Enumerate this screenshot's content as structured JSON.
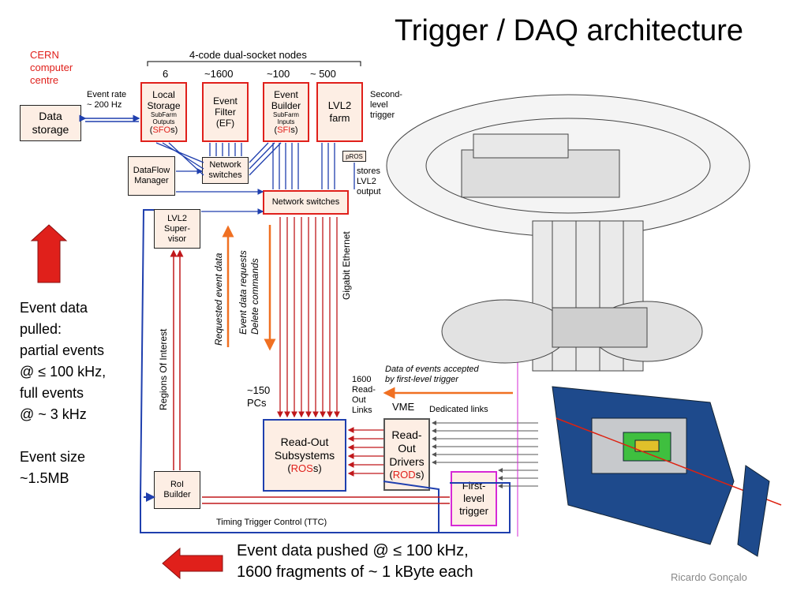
{
  "title": "Trigger / DAQ architecture",
  "cern": [
    "CERN",
    "computer",
    "centre"
  ],
  "data_storage": [
    "Data",
    "storage"
  ],
  "event_rate": [
    "Event rate",
    "~ 200 Hz"
  ],
  "nodes_header": "4-code dual-socket nodes",
  "counts": {
    "sfo": "6",
    "ef": "~1600",
    "sfi": "~100",
    "lvl2": "~ 500"
  },
  "local_storage": {
    "lines": [
      "Local",
      "Storage"
    ],
    "sub": [
      "SubFarm",
      "Outputs"
    ],
    "acr_open": "(",
    "acr": "SFO",
    "acr_close": "s)"
  },
  "event_filter": [
    "Event",
    "Filter",
    "(EF)"
  ],
  "event_builder": {
    "lines": [
      "Event",
      "Builder"
    ],
    "sub": [
      "SubFarm",
      "Inputs"
    ],
    "acr_open": "(",
    "acr": "SFI",
    "acr_close": "s)"
  },
  "lvl2_farm": [
    "LVL2",
    "farm"
  ],
  "second_level": [
    "Second-",
    "level",
    "trigger"
  ],
  "dataflow_manager": [
    "DataFlow",
    "Manager"
  ],
  "network_switches_top": [
    "Network",
    "switches"
  ],
  "pros": "pROS",
  "pros_note": [
    "stores",
    "LVL2",
    "output"
  ],
  "network_switches_main": "Network switches",
  "lvl2_supervisor": [
    "LVL2",
    "Super-",
    "visor"
  ],
  "requested_event_data": "Requested event data",
  "event_data_requests": [
    "Event data requests",
    "Delete commands"
  ],
  "gigabit": "Gigabit Ethernet",
  "regions_of_interest": "Regions Of Interest",
  "pcs": [
    "~150",
    "PCs"
  ],
  "readout_links": [
    "1600",
    "Read-",
    "Out",
    "Links"
  ],
  "accepted_note": [
    "Data of events accepted",
    "by first-level trigger"
  ],
  "vme": "VME",
  "dedicated_links": "Dedicated links",
  "ros": {
    "lines": [
      "Read-Out",
      "Subsystems"
    ],
    "acr_open": "(",
    "acr": "ROS",
    "acr_close": "s)"
  },
  "rod": {
    "lines": [
      "Read-",
      "Out",
      "Drivers"
    ],
    "acr_open": "(",
    "acr": "ROD",
    "acr_close": "s)"
  },
  "roi_builder": [
    "RoI",
    "Builder"
  ],
  "first_level": [
    "First-",
    "level",
    "trigger"
  ],
  "ttc": "Timing Trigger Control (TTC)",
  "left_text": [
    "Event data",
    "pulled:",
    "partial events",
    "@ ≤ 100 kHz,",
    "full events",
    "@ ~ 3 kHz",
    "",
    "Event size",
    "~1.5MB"
  ],
  "bottom_text": [
    "Event data pushed @ ≤ 100 kHz,",
    "1600 fragments of ~ 1 kByte each"
  ],
  "author": "Ricardo Gonçalo",
  "colors": {
    "accent_red": "#e0201b",
    "box_fill": "#fdeee4",
    "arrow_blue": "#1f3fae",
    "orange": "#f07022",
    "dark_red": "#c0181b",
    "magenta": "#d62ad6"
  }
}
